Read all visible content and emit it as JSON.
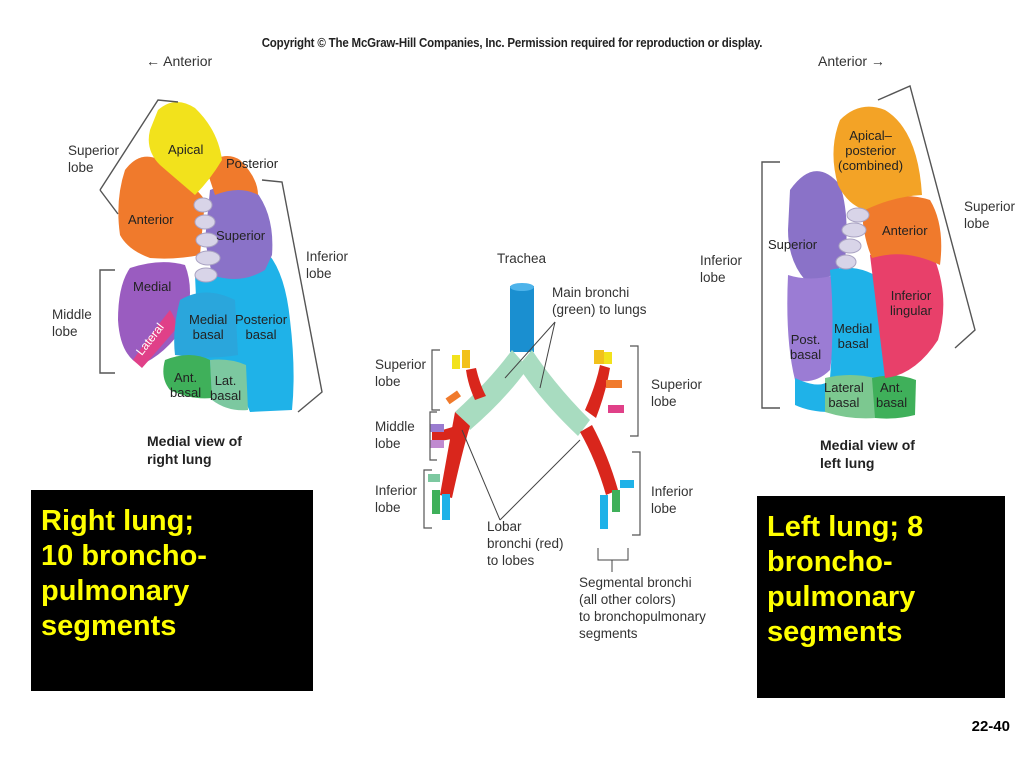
{
  "header": {
    "copyright": "Copyright © The McGraw-Hill Companies, Inc. Permission required for reproduction or display."
  },
  "right_lung": {
    "direction": "← Anterior",
    "lobes": {
      "superior": [
        "Superior",
        "lobe"
      ],
      "middle": [
        "Middle",
        "lobe"
      ],
      "inferior": [
        "Inferior",
        "lobe"
      ]
    },
    "segments": {
      "apical": "Apical",
      "posterior": "Posterior",
      "anterior": "Anterior",
      "superior": "Superior",
      "medial": "Medial",
      "lateral": "Lateral",
      "medial_basal": [
        "Medial",
        "basal"
      ],
      "posterior_basal": [
        "Posterior",
        "basal"
      ],
      "anterior_basal": [
        "Ant.",
        "basal"
      ],
      "lateral_basal": [
        "Lat.",
        "basal"
      ]
    },
    "caption": [
      "Medial view of",
      "right lung"
    ]
  },
  "left_lung": {
    "direction": "Anterior →",
    "lobes": {
      "superior": [
        "Superior",
        "lobe"
      ],
      "inferior": [
        "Inferior",
        "lobe"
      ]
    },
    "segments": {
      "apical_posterior": [
        "Apical–",
        "posterior",
        "(combined)"
      ],
      "anterior": "Anterior",
      "superior": "Superior",
      "inferior_lingular": [
        "Inferior",
        "lingular"
      ],
      "post_basal": [
        "Post.",
        "basal"
      ],
      "medial_basal": [
        "Medial",
        "basal"
      ],
      "lateral_basal": [
        "Lateral",
        "basal"
      ],
      "ant_basal": [
        "Ant.",
        "basal"
      ]
    },
    "caption": [
      "Medial view of",
      "left lung"
    ]
  },
  "bronchi": {
    "trachea": "Trachea",
    "main_bronchi": [
      "Main bronchi",
      "(green) to lungs"
    ],
    "right_lobes": {
      "superior": [
        "Superior",
        "lobe"
      ],
      "middle": [
        "Middle",
        "lobe"
      ],
      "inferior": [
        "Inferior",
        "lobe"
      ]
    },
    "left_lobes": {
      "superior": [
        "Superior",
        "lobe"
      ],
      "inferior": [
        "Inferior",
        "lobe"
      ]
    },
    "lobar_bronchi": [
      "Lobar",
      "bronchi (red)",
      "to lobes"
    ],
    "segmental_bronchi": [
      "Segmental bronchi",
      "(all other colors)",
      "to bronchopulmonary",
      "segments"
    ]
  },
  "callouts": {
    "right": [
      "Right lung;",
      "10 broncho-",
      "pulmonary",
      "segments"
    ],
    "left": [
      "Left lung; 8",
      "broncho-",
      "pulmonary",
      "segments"
    ]
  },
  "slide_number": "22-40",
  "colors": {
    "callout_bg": "#000000",
    "callout_text": "#ffff00",
    "apical": "#f2e21c",
    "orange": "#f07a2c",
    "purple": "#8a72c8",
    "blue": "#1fb2e8",
    "green": "#3fb05a",
    "pink": "#e8406a",
    "red": "#d9261c",
    "main_bronchi": "#a8dcc0",
    "trachea": "#1a8fd0"
  }
}
